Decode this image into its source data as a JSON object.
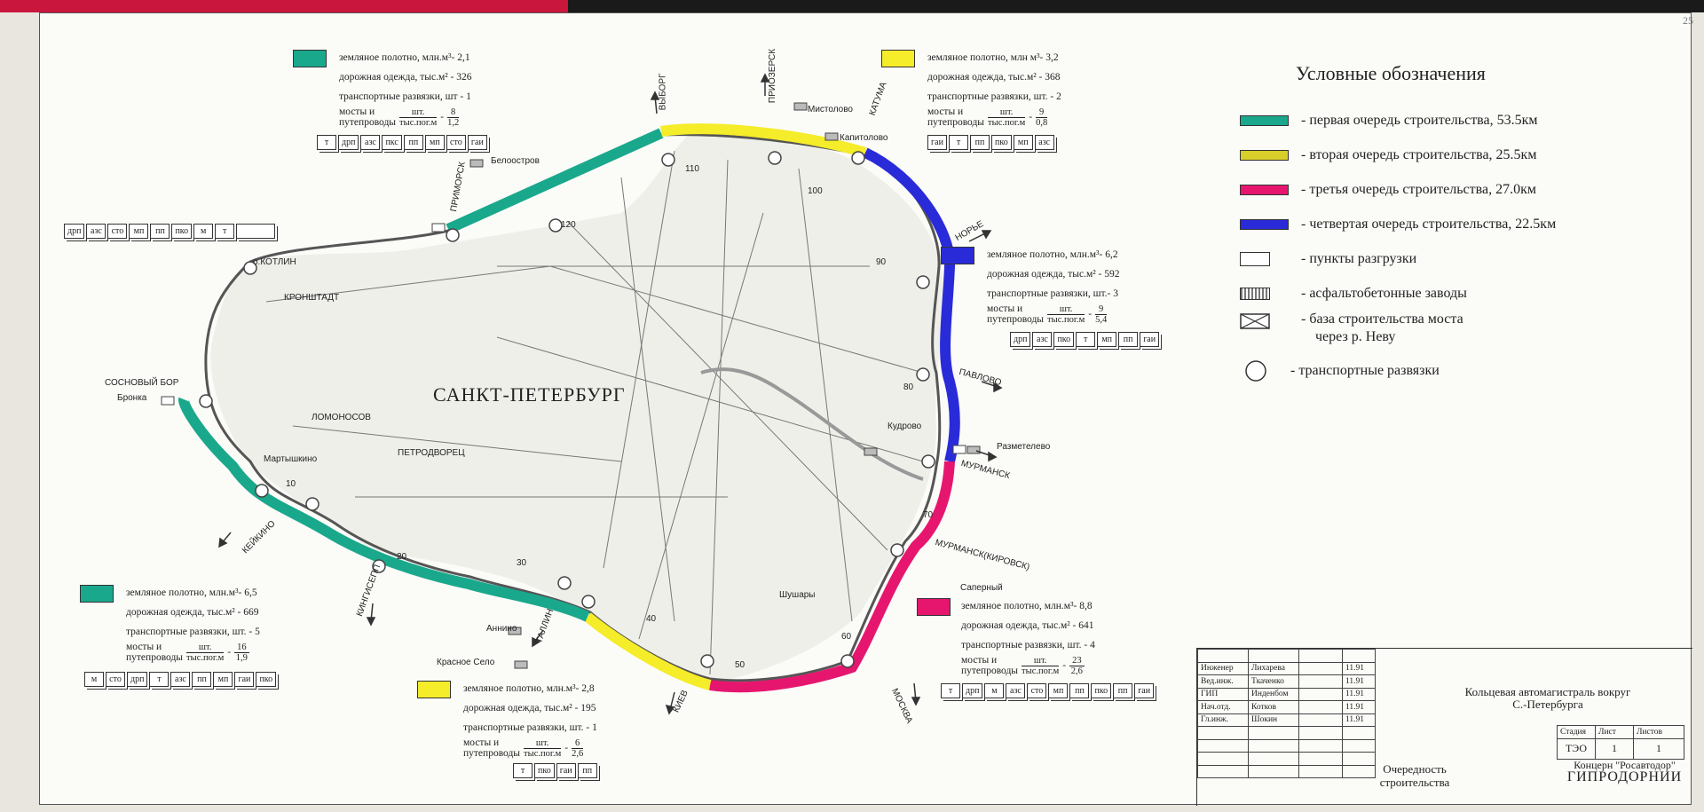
{
  "page_number": "25",
  "colors": {
    "first": "#1aa88c",
    "second": "#f5ec2a",
    "third": "#e6166f",
    "fourth": "#2a2bd8",
    "ring": "#555555"
  },
  "legend": {
    "title": "Условные обозначения",
    "items": [
      {
        "text": "- первая очередь строительства, 53.5км",
        "icon": "teal-line-swatch"
      },
      {
        "text": "- вторая очередь строительства, 25.5км",
        "icon": "yellow-line-swatch"
      },
      {
        "text": "- третья очередь строительства, 27.0км",
        "icon": "pink-line-swatch"
      },
      {
        "text": "- четвертая очередь строительства, 22.5км",
        "icon": "blue-line-swatch"
      },
      {
        "text": "- пункты разгрузки",
        "icon": "empty-rectangle"
      },
      {
        "text": "- асфальтобетонные заводы",
        "icon": "hatched-rectangle"
      },
      {
        "text": "- база строительства моста",
        "text2": "через р. Неву",
        "icon": "crossed-box"
      },
      {
        "text": "- транспортные развязки",
        "icon": "circle"
      }
    ]
  },
  "annotations": {
    "nw": {
      "l1": "земляное полотно, млн.м³- 2,1",
      "l2": "дорожная одежда, тыс.м² - 326",
      "l3": "транспортные развязки, шт - 1",
      "l4": "мосты и",
      "l5": "путепроводы",
      "fn": "шт.",
      "fd": "тыс.пог.м",
      "vn": "8",
      "vd": "1,2",
      "abbr": [
        "т",
        "дрп",
        "азс",
        "пкс",
        "пп",
        "мп",
        "сто",
        "гаи"
      ]
    },
    "ne": {
      "l1": "земляное полотно, млн м³- 3,2",
      "l2": "дорожная одежда, тыс.м² - 368",
      "l3": "транспортные развязки, шт. - 2",
      "l4": "мосты и",
      "l5": "путепроводы",
      "fn": "шт.",
      "fd": "тыс.пог.м",
      "vn": "9",
      "vd": "0,8",
      "abbr": [
        "гаи",
        "т",
        "пп",
        "пко",
        "мп",
        "азс"
      ]
    },
    "e": {
      "l1": "земляное полотно, млн.м³- 6,2",
      "l2": "дорожная одежда, тыс.м² - 592",
      "l3": "транспортные развязки, шт.- 3",
      "l4": "мосты и",
      "l5": "путепроводы",
      "fn": "шт.",
      "fd": "тыс.пог.м",
      "vn": "9",
      "vd": "5,4",
      "abbr": [
        "дрп",
        "азс",
        "пко",
        "т",
        "мп",
        "пп",
        "гаи"
      ]
    },
    "sw": {
      "l1": "земляное полотно, млн.м³- 6,5",
      "l2": "дорожная одежда, тыс.м² - 669",
      "l3": "транспортные развязки, шт. - 5",
      "l4": "мосты и",
      "l5": "путепроводы",
      "fn": "шт.",
      "fd": "тыс.пог.м",
      "vn": "16",
      "vd": "1,9",
      "abbr": [
        "м",
        "сто",
        "дрп",
        "т",
        "азс",
        "пп",
        "мп",
        "гаи",
        "пко"
      ]
    },
    "s": {
      "l1": "земляное полотно, млн.м³- 2,8",
      "l2": "дорожная одежда, тыс.м² - 195",
      "l3": "транспортные развязки, шт. - 1",
      "l4": "мосты и",
      "l5": "путепроводы",
      "fn": "шт.",
      "fd": "тыс.пог.м",
      "vn": "6",
      "vd": "2,6",
      "abbr": [
        "т",
        "пко",
        "гаи",
        "пп"
      ]
    },
    "se": {
      "l1": "земляное полотно, млн.м³- 8,8",
      "l2": "дорожная одежда, тыс.м² - 641",
      "l3": "транспортные развязки, шт. - 4",
      "l4": "мосты и",
      "l5": "путепроводы",
      "fn": "шт.",
      "fd": "тыс.пог.м",
      "vn": "23",
      "vd": "2,6",
      "abbr": [
        "т",
        "дрп",
        "м",
        "азс",
        "сто",
        "мп",
        "пп",
        "пко",
        "пп",
        "гаи"
      ]
    }
  },
  "west_abbr": [
    "дрп",
    "азс",
    "сто",
    "мп",
    "пп",
    "пко",
    "м",
    "т"
  ],
  "map_labels": {
    "city": "САНКТ-ПЕТЕРБУРГ",
    "kotlin": "о.КОТЛИН",
    "kronshtadt": "КРОНШТАДТ",
    "lomonosov": "ЛОМОНОСОВ",
    "petrodvorets": "ПЕТРОДВОРЕЦ",
    "martyshkino": "Мартышкино",
    "sosnovy_bor": "СОСНОВЫЙ БОР",
    "bronka": "Бронка",
    "beloostrov": "Белоостров",
    "mistolovo": "Мистолово",
    "kapitolovo": "Капитолово",
    "kudrovo": "Кудрово",
    "razmetelevo": "Разметелево",
    "sapernyi": "Саперный",
    "annino": "Аннино",
    "krasnoe_selo": "Красное Село",
    "shushary": "Шушары",
    "vyborg": "ВЫБОРГ",
    "priozersk": "ПРИОЗЕРСК",
    "katuma": "КАТУМА",
    "primorsk": "ПРИМОРСК",
    "norye": "НОРЬЕ",
    "pavlovo": "ПАВЛОВО",
    "murmansk": "МУРМАНСК",
    "murmansk_kirovsk": "МУРМАНСК(КИРОВСК)",
    "moskva": "МОСКВА",
    "kiev": "КИЕВ",
    "tallin": "ТАЛЛИН",
    "kingisepp": "КИНГИСЕПП",
    "keyino": "КЕЙКИНО",
    "km": [
      "10",
      "20",
      "30",
      "40",
      "50",
      "60",
      "70",
      "80",
      "90",
      "100",
      "110",
      "120"
    ]
  },
  "stamp": {
    "rows": [
      {
        "role": "Инженер",
        "name": "Лихарева",
        "date": "11.91"
      },
      {
        "role": "Вед.инж.",
        "name": "Ткаченко",
        "date": "11.91"
      },
      {
        "role": "ГИП",
        "name": "Инденбом",
        "date": "11.91"
      },
      {
        "role": "Нач.отд.",
        "name": "Котков",
        "date": "11.91"
      },
      {
        "role": "Гл.инж.",
        "name": "Шокин",
        "date": "11.91"
      }
    ],
    "title_line1": "Кольцевая автомагистраль вокруг",
    "title_line2": "С.-Петербурга",
    "hdr_stage": "Стадия",
    "hdr_sheet": "Лист",
    "hdr_sheets": "Листов",
    "stage": "ТЭО",
    "sheet": "1",
    "sheets": "1",
    "kind_line1": "Очередность",
    "kind_line2": "строительства",
    "org_line1": "Концерн \"Росавтодор\"",
    "org_line2": "ГИПРОДОРНИИ"
  }
}
